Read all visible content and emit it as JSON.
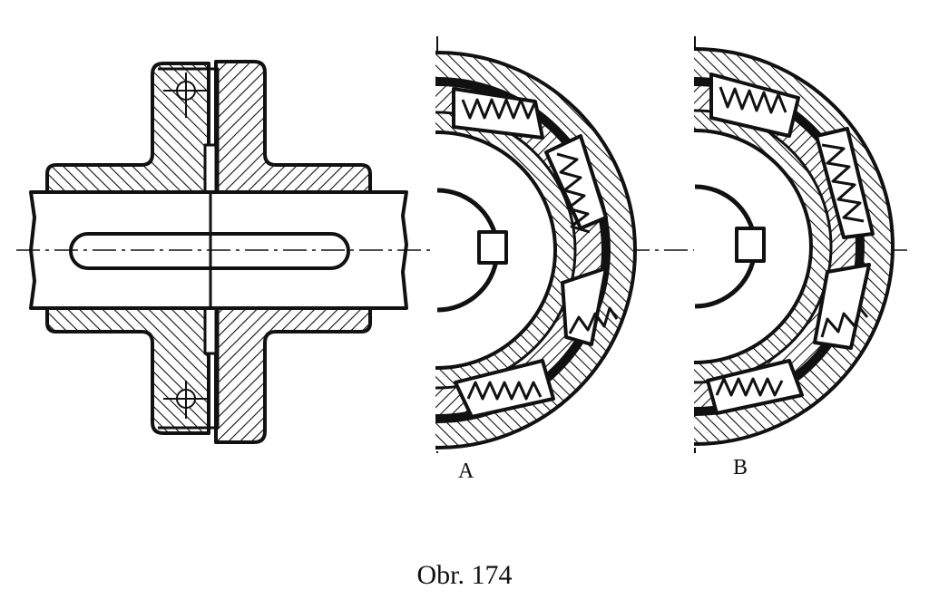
{
  "figure": {
    "label_a": "A",
    "label_b": "B",
    "caption": "Obr. 174"
  },
  "colors": {
    "ink": "#111111",
    "paper": "#ffffff"
  }
}
